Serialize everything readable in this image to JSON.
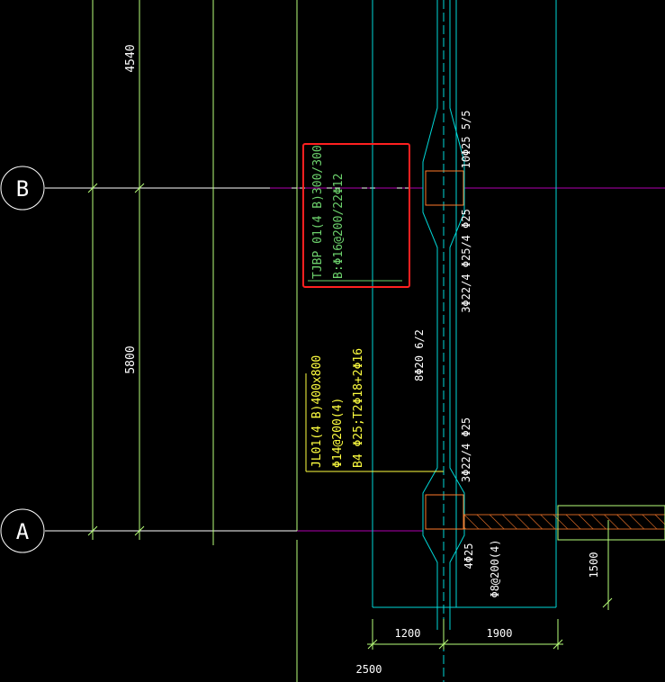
{
  "grid": {
    "axis_b": "B",
    "axis_a": "A"
  },
  "dims": {
    "d4540": "4540",
    "d5800": "5800",
    "d1200": "1200",
    "d1900": "1900",
    "d2500": "2500",
    "d1500": "1500"
  },
  "beam_tjbp": {
    "line1": "TJBP 01(4 B)300/300",
    "line2": "B:Φ16@200/22Φ12"
  },
  "beam_jl": {
    "line1": "JL01(4 B)400x800",
    "line2": "Φ14@200(4)",
    "line3": "B4 Φ25;T2Φ18+2Φ16"
  },
  "rebar": {
    "r1": "10Φ25 5/5",
    "r2": "3Φ22/4 Φ25/4 Φ25",
    "r3": "8Φ20 6/2",
    "r4": "3Φ22/4 Φ25",
    "r5": "4Φ25",
    "r6": "Φ8@200(4)"
  },
  "colors": {
    "background": "#000000",
    "grid_line": "#ffffff",
    "axis_magenta": "#b000b0",
    "cyan": "#00d8d8",
    "green_dim": "#b8ff7a",
    "yellow_text": "#ffff40",
    "green_text": "#6dd26d",
    "column_orange": "#ff7a2a",
    "highlight_red": "#ff2020"
  }
}
